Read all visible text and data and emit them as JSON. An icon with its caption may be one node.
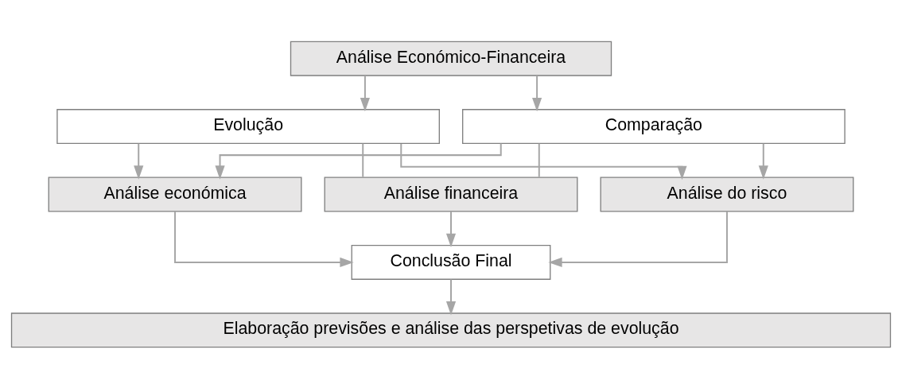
{
  "diagram": {
    "nodes": [
      {
        "text": [
          "Análise Económico-Financeira"
        ]
      },
      {
        "text": [
          "Evolução"
        ]
      },
      {
        "text": [
          "Comparação"
        ]
      },
      {
        "text": [
          "Análise económica"
        ]
      },
      {
        "text": [
          "Análise financeira"
        ]
      },
      {
        "text": [
          "Análise do risco"
        ]
      },
      {
        "text": [
          "Conclusão Final"
        ]
      },
      {
        "text": [
          "Elaboração previsões e análise das perspetivas de evolução"
        ]
      }
    ],
    "edges": [
      {
        "from": 0,
        "to": 1,
        "arrow": "to"
      },
      {
        "from": 0,
        "to": 2,
        "arrow": "to"
      },
      {
        "from": 1,
        "to": 3,
        "arrow": "to"
      },
      {
        "from": 1,
        "to": 4,
        "arrow": "none"
      },
      {
        "from": 1,
        "to": 5,
        "arrow": "to"
      },
      {
        "from": 2,
        "to": 3,
        "arrow": "to"
      },
      {
        "from": 2,
        "to": 4,
        "arrow": "none"
      },
      {
        "from": 2,
        "to": 5,
        "arrow": "to"
      },
      {
        "from": 3,
        "to": 6,
        "arrow": "to"
      },
      {
        "from": 4,
        "to": 6,
        "arrow": "to"
      },
      {
        "from": 5,
        "to": 6,
        "arrow": "to"
      },
      {
        "from": 6,
        "to": 7,
        "arrow": "to"
      }
    ]
  }
}
